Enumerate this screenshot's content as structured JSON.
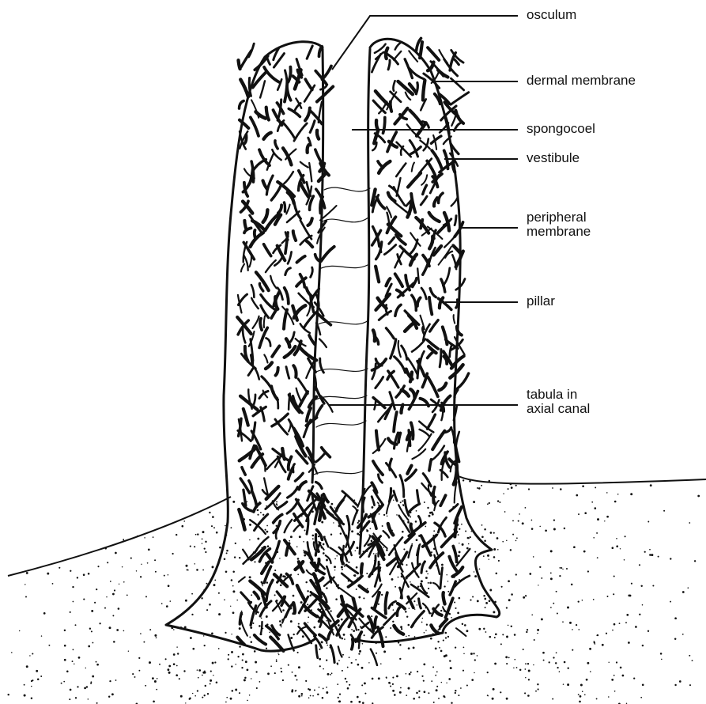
{
  "colors": {
    "ink": "#111111",
    "paper": "#ffffff"
  },
  "labels": {
    "osculum": "osculum",
    "dermal_membrane": "dermal membrane",
    "spongocoel": "spongocoel",
    "vestibule": "vestibule",
    "peripheral_membrane_line1": "peripheral",
    "peripheral_membrane_line2": "membrane",
    "pillar": "pillar",
    "tabula_line1": "tabula in",
    "tabula_line2": "axial canal"
  }
}
